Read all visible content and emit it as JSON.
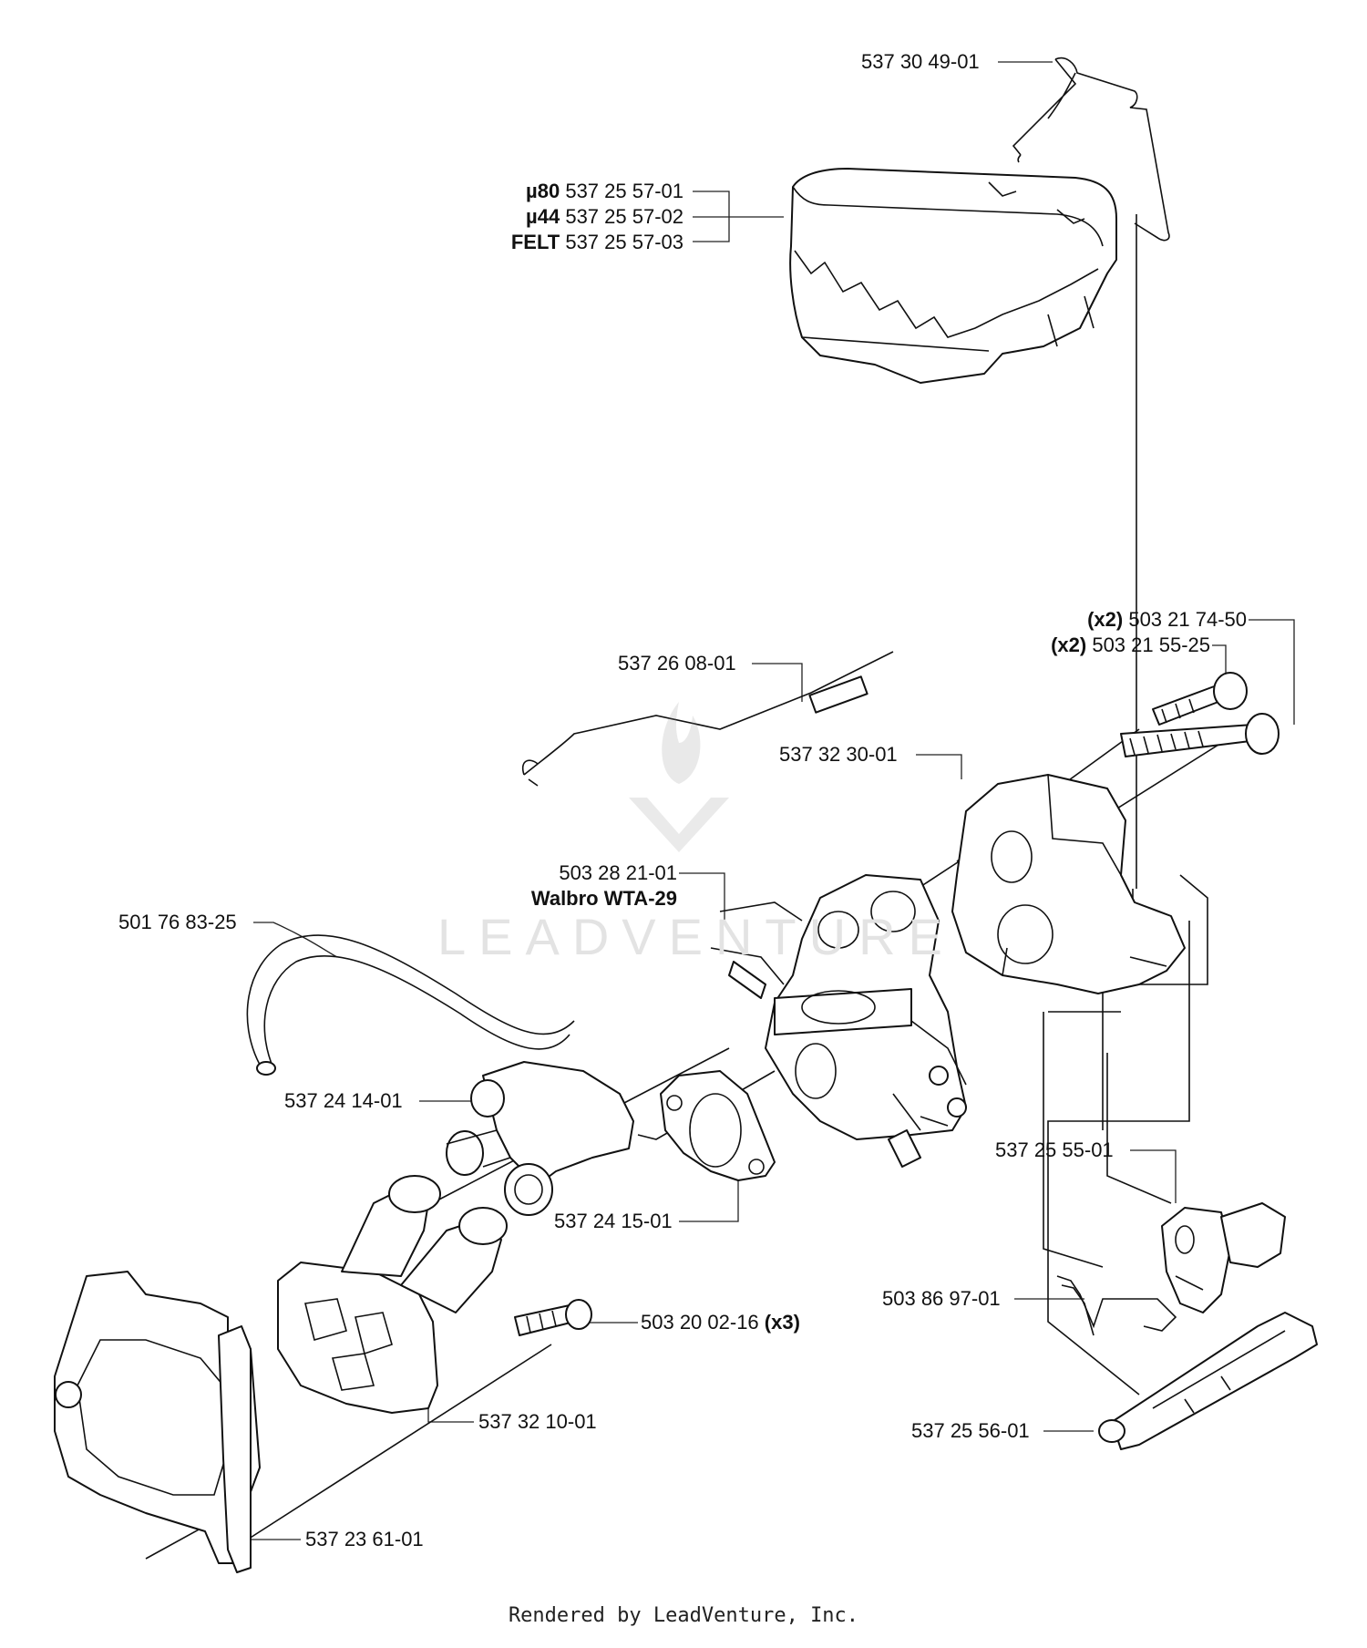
{
  "labels": {
    "wire": "537 30 49-01",
    "filter1_prefix": "µ80",
    "filter1_code": "537 25 57-01",
    "filter2_prefix": "µ44",
    "filter2_code": "537 25 57-02",
    "filter3_prefix": "FELT",
    "filter3_code": "537 25 57-03",
    "bolt_long_qty": "(x2)",
    "bolt_long": "503 21 74-50",
    "bolt_short_qty": "(x2)",
    "bolt_short": "503 21 55-25",
    "rod": "537 26 08-01",
    "carb_holder": "537 32 30-01",
    "carb_code": "503 28 21-01",
    "carb_model": "Walbro WTA-29",
    "fuel_hose": "501 76 83-25",
    "intake": "537 24 14-01",
    "gasket": "537 24 15-01",
    "lever": "537 25 55-01",
    "spring": "503 86 97-01",
    "screw": "503 20 02-16",
    "screw_qty": "(x3)",
    "flange": "537 32 10-01",
    "choke_rod": "537 25 56-01",
    "cover": "537 23 61-01"
  },
  "watermark": "LEADVENTURE",
  "footer": "Rendered by LeadVenture, Inc."
}
